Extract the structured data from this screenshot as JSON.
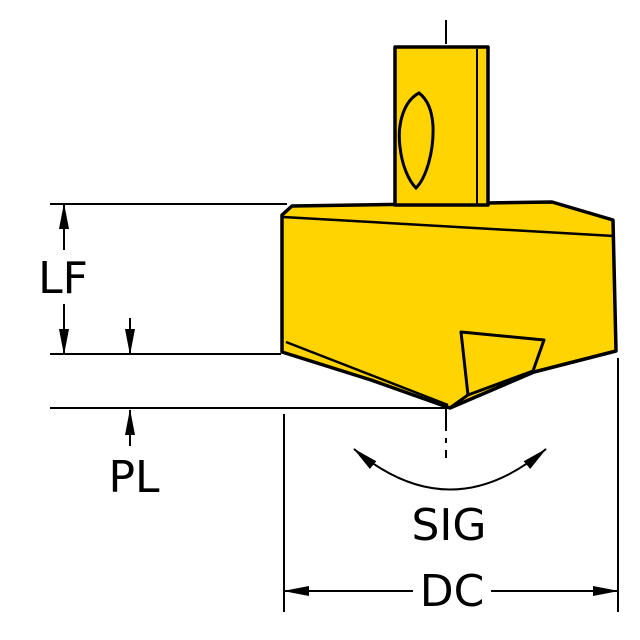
{
  "diagram": {
    "labels": {
      "lf": "LF",
      "pl": "PL",
      "sig": "SIG",
      "dc": "DC"
    },
    "colors": {
      "insert_fill": "#FFD400",
      "outline": "#000000",
      "background": "#FFFFFF"
    }
  }
}
